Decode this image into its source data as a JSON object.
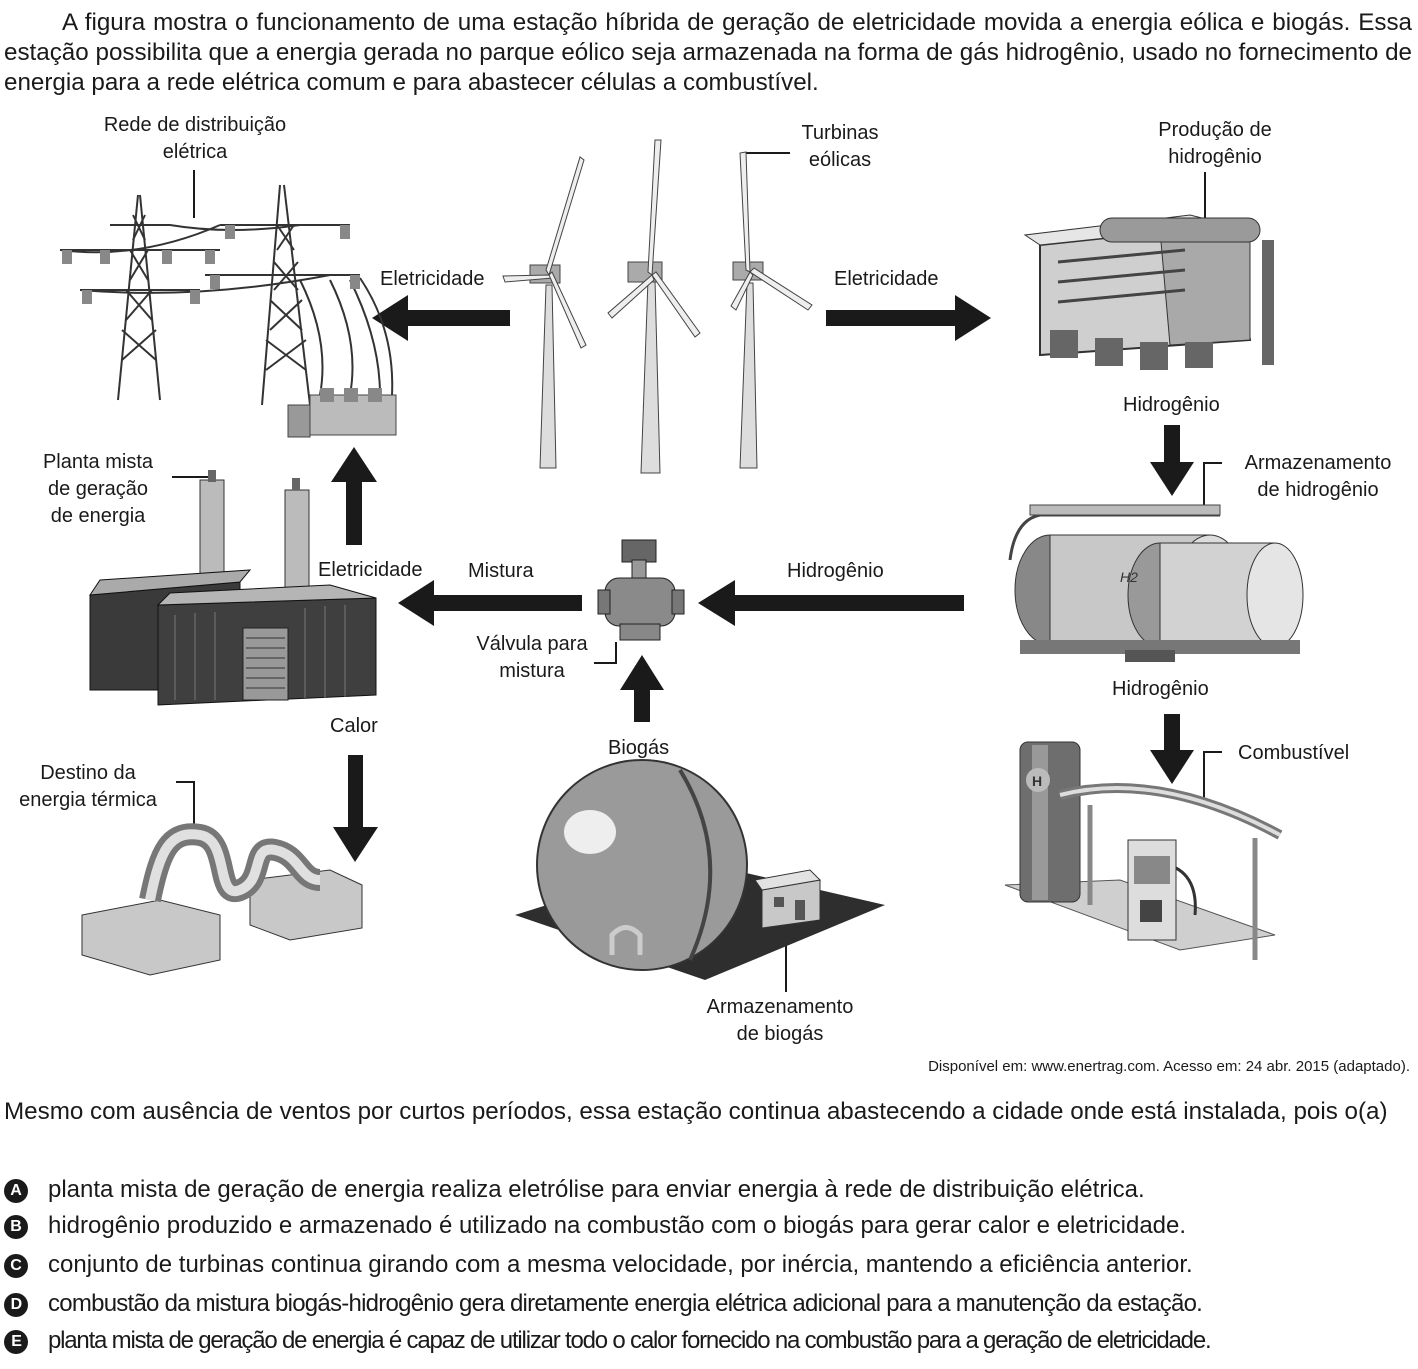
{
  "intro_text": "A figura mostra o funcionamento de uma estação híbrida de geração de eletricidade movida a energia eólica e biogás. Essa estação possibilita que a energia gerada no parque eólico seja armazenada na forma de gás hidrogênio, usado no fornecimento de energia para a rede elétrica comum e para abastecer células a combustível.",
  "diagram": {
    "labels": {
      "rede_line1": "Rede de distribuição",
      "rede_line2": "elétrica",
      "turbinas_line1": "Turbinas",
      "turbinas_line2": "eólicas",
      "producao_line1": "Produção de",
      "producao_line2": "hidrogênio",
      "eletricidade_left": "Eletricidade",
      "eletricidade_right": "Eletricidade",
      "hidrogenio_down1": "Hidrogênio",
      "armazenamento_h_line1": "Armazenamento",
      "armazenamento_h_line2": "de hidrogênio",
      "planta_line1": "Planta mista",
      "planta_line2": "de geração",
      "planta_line3": "de energia",
      "eletricidade_up": "Eletricidade",
      "mistura": "Mistura",
      "hidrogenio_left": "Hidrogênio",
      "valvula_line1": "Válvula para",
      "valvula_line2": "mistura",
      "hidrogenio_down2": "Hidrogênio",
      "calor": "Calor",
      "biogas": "Biogás",
      "combustivel": "Combustível",
      "destino_line1": "Destino da",
      "destino_line2": "energia térmica",
      "armazenamento_b_line1": "Armazenamento",
      "armazenamento_b_line2": "de biogás",
      "hydrogen_tank_mark": "H2",
      "hydrogen_station_mark": "H"
    }
  },
  "source": "Disponível em: www.enertrag.com. Acesso em: 24 abr. 2015 (adaptado).",
  "question": "Mesmo com ausência de ventos por curtos períodos, essa estação continua abastecendo a cidade onde está instalada, pois o(a)",
  "options": [
    {
      "letter": "A",
      "text": "planta mista de geração de energia realiza eletrólise para enviar energia à rede de distribuição elétrica."
    },
    {
      "letter": "B",
      "text": "hidrogênio produzido e armazenado é utilizado na combustão com o biogás para gerar calor e eletricidade."
    },
    {
      "letter": "C",
      "text": "conjunto de turbinas continua girando com a mesma velocidade, por inércia, mantendo a eficiência anterior."
    },
    {
      "letter": "D",
      "text": "combustão da mistura biogás-hidrogênio gera diretamente energia elétrica adicional para a manutenção da estação."
    },
    {
      "letter": "E",
      "text": "planta mista de geração de energia é capaz de utilizar todo o calor fornecido na combustão para a geração de eletricidade."
    }
  ]
}
